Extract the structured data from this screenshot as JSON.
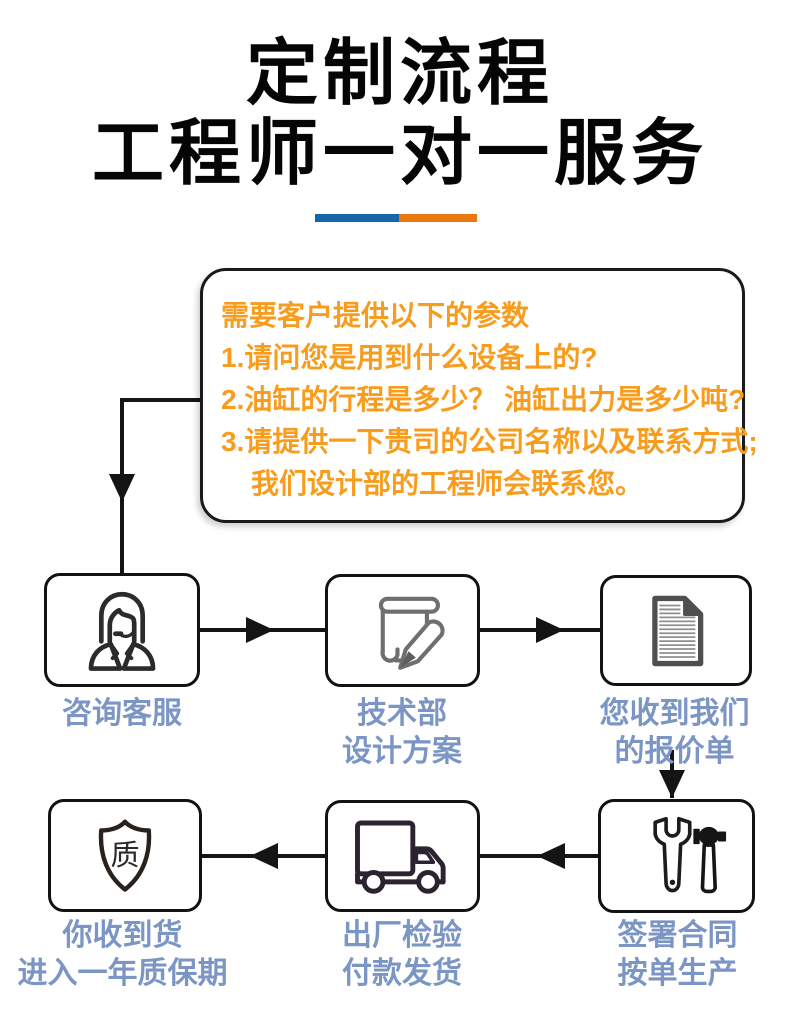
{
  "header": {
    "title_line1": "定制流程",
    "title_line2": "工程师一对一服务",
    "underline_blue": "#1466a9",
    "underline_orange": "#e8780f"
  },
  "params_box": {
    "text_color": "#f89c1d",
    "heading": "需要客户提供以下的参数",
    "items": [
      "1.请问您是用到什么设备上的?",
      "2.油缸的行程是多少？ 油缸出力是多少吨?",
      "3.请提供一下贵司的公司名称以及联系方式;",
      "我们设计部的工程师会联系您。"
    ]
  },
  "flow": {
    "label_color": "#7b95c4",
    "shield_char": "质",
    "steps": [
      {
        "icon": "customer-service-icon",
        "line1": "咨询客服",
        "line2": ""
      },
      {
        "icon": "scroll-pencil-icon",
        "line1": "技术部",
        "line2": "设计方案"
      },
      {
        "icon": "quotation-document-icon",
        "line1": "您收到我们",
        "line2": "的报价单"
      },
      {
        "icon": "tools-icon",
        "line1": "签署合同",
        "line2": "按单生产"
      },
      {
        "icon": "truck-icon",
        "line1": "出厂检验",
        "line2": "付款发货"
      },
      {
        "icon": "shield-icon",
        "line1": "你收到货",
        "line2": "进入一年质保期"
      }
    ]
  }
}
